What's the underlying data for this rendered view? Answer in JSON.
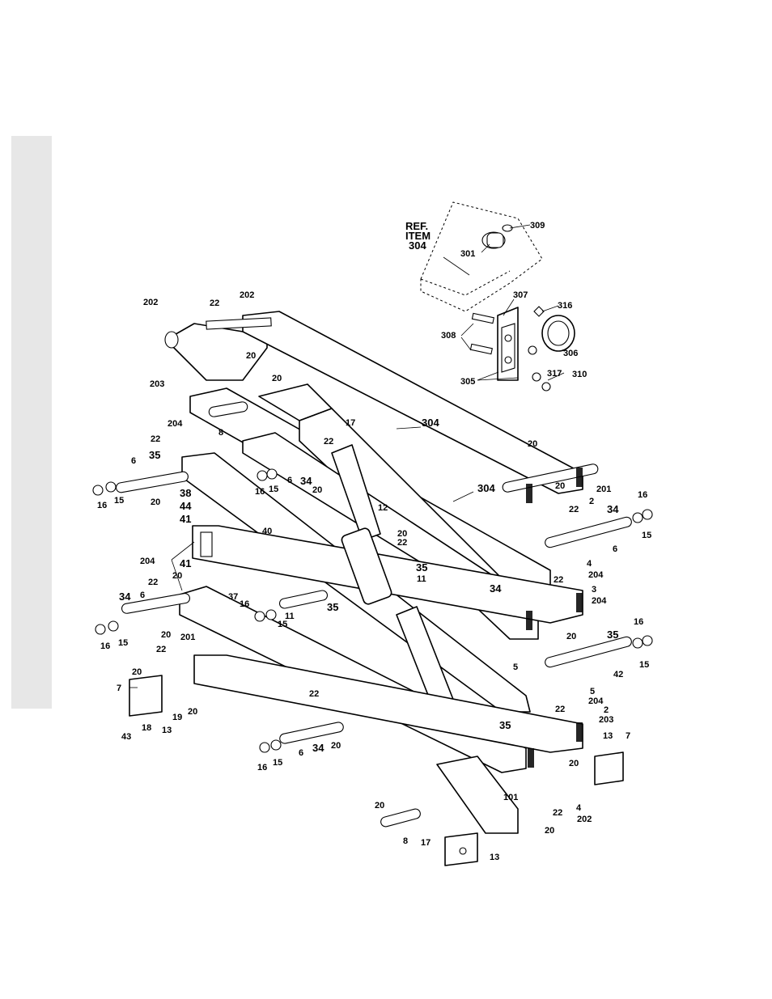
{
  "figure": {
    "ref_note": [
      "REF.",
      "ITEM",
      "304"
    ],
    "callouts": [
      "202",
      "22",
      "202",
      "20",
      "203",
      "20",
      "17",
      "8",
      "304",
      "204",
      "22",
      "22",
      "20",
      "6",
      "35",
      "16",
      "15",
      "20",
      "38",
      "44",
      "41",
      "304",
      "6",
      "34",
      "20",
      "16",
      "15",
      "201",
      "2",
      "20",
      "22",
      "16",
      "34",
      "15",
      "6",
      "4",
      "204",
      "12",
      "20",
      "22",
      "35",
      "11",
      "40",
      "204",
      "41",
      "20",
      "37",
      "22",
      "34",
      "6",
      "20",
      "16",
      "15",
      "16",
      "15",
      "11",
      "35",
      "34",
      "22",
      "3",
      "204",
      "20",
      "35",
      "16",
      "42",
      "15",
      "5",
      "5",
      "204",
      "201",
      "22",
      "20",
      "7",
      "13",
      "19",
      "20",
      "43",
      "18",
      "22",
      "2",
      "203",
      "35",
      "22",
      "20",
      "13",
      "7",
      "16",
      "15",
      "6",
      "34",
      "20",
      "20",
      "101",
      "22",
      "4",
      "202",
      "8",
      "17",
      "20",
      "13",
      "309",
      "301",
      "307",
      "316",
      "308",
      "306",
      "305",
      "317",
      "310"
    ]
  }
}
